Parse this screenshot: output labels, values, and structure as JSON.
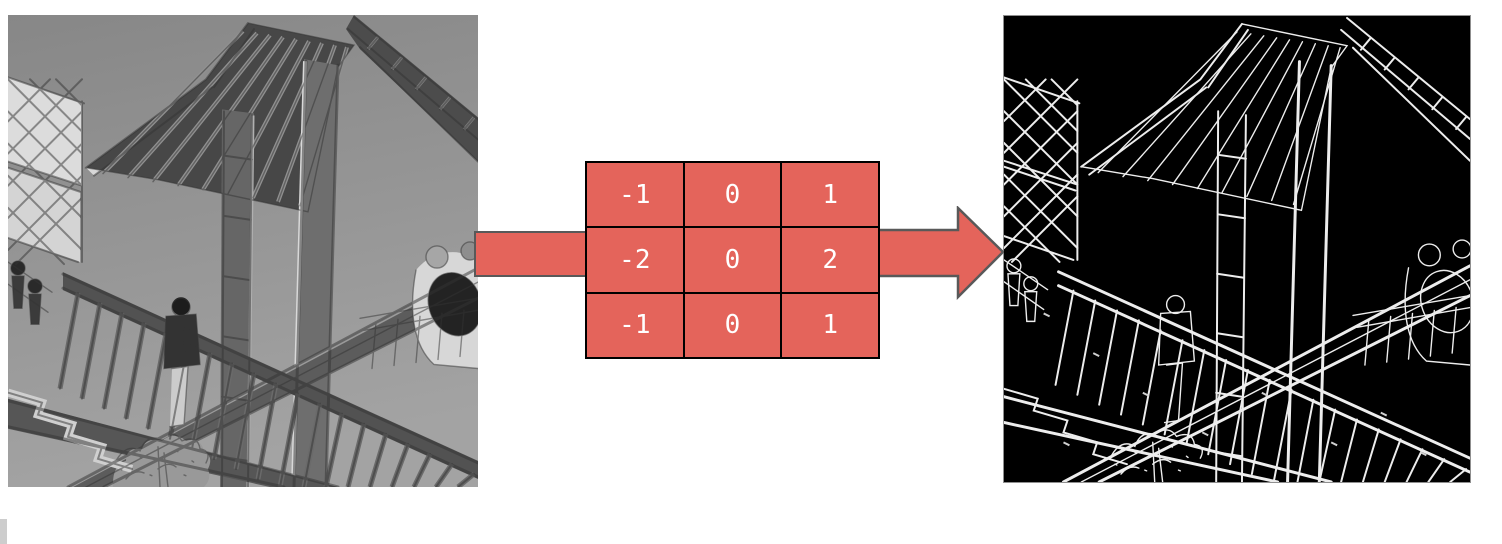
{
  "diagram": {
    "kernel": {
      "rows": [
        [
          "-1",
          "0",
          "1"
        ],
        [
          "-2",
          "0",
          "2"
        ],
        [
          "-1",
          "0",
          "1"
        ]
      ]
    },
    "colors": {
      "accent": "#e4645b",
      "arrow_outline": "#595959",
      "kernel_border": "#000000",
      "kernel_text": "#ffffff"
    }
  }
}
